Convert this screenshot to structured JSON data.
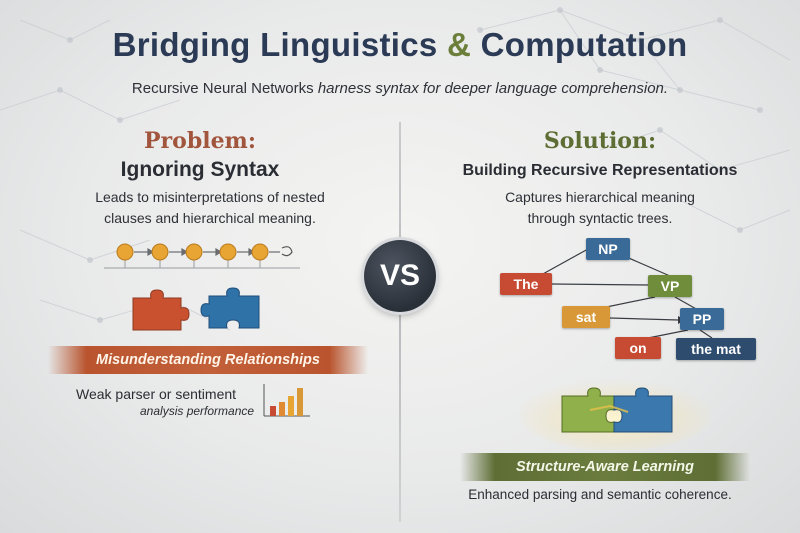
{
  "title": {
    "part1": "Bridging Linguistics",
    "amp": "&",
    "part2": "Computation"
  },
  "subtitle": {
    "bold": "Recursive Neural Networks",
    "rest": "harness syntax for deeper language comprehension."
  },
  "problem": {
    "heading": "Problem:",
    "subheading": "Ignoring Syntax",
    "description_line1": "Leads to misinterpretations of nested",
    "description_line2": "clauses and hierarchical meaning.",
    "banner": "Misunderstanding Relationships",
    "weak_line1": "Weak parser or sentiment",
    "weak_line2": "analysis performance"
  },
  "vs_label": "VS",
  "solution": {
    "heading": "Solution:",
    "subheading": "Building Recursive Representations",
    "description_line1": "Captures hierarchical meaning",
    "description_line2": "through syntactic trees.",
    "tree": {
      "np": "NP",
      "the": "The",
      "vp": "VP",
      "sat": "sat",
      "pp": "PP",
      "on": "on",
      "the_mat": "the mat"
    },
    "banner": "Structure-Aware Learning",
    "footer": "Enhanced parsing and semantic coherence."
  },
  "colors": {
    "title": "#2b3a55",
    "amp": "#6b7f3a",
    "problem_accent": "#a2553d",
    "solution_accent": "#5d6d33",
    "np_node": "#3a6a98",
    "the_node": "#c74a33",
    "vp_node": "#6f8d3a",
    "sat_node": "#d99837",
    "pp_node": "#3a6a98",
    "on_node": "#c74a33",
    "mat_node": "#2d4c6e",
    "chain_node": "#e8a533"
  },
  "icons": [
    "chain-sequence-icon",
    "puzzle-pieces-apart-icon",
    "bar-chart-icon",
    "puzzle-pieces-joined-icon"
  ]
}
